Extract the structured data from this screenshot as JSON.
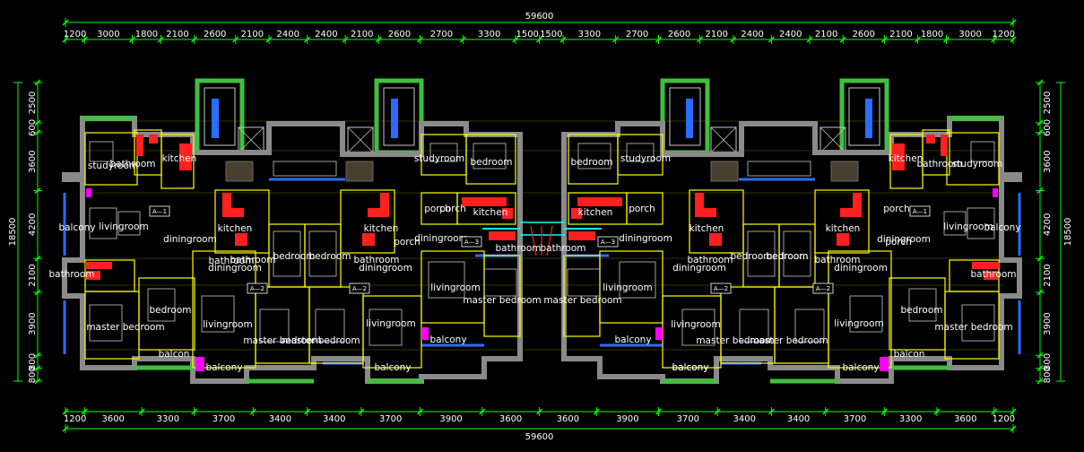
{
  "colors": {
    "background": "#000000",
    "dimension": "#00ff00",
    "wall_gray": "#8a8a8a",
    "wall_green": "#3fbf3f",
    "window_blue": "#2a6cff",
    "furniture": "#c8c8c8",
    "kitchen_red": "#ff2020",
    "magenta": "#ff00ff",
    "yellow": "#ffff00",
    "cyan": "#00ffff",
    "label": "#ffffff"
  },
  "dimensions": {
    "total_top": "59600",
    "total_bottom": "59600",
    "total_left": "18500",
    "total_right": "18500",
    "top_segments": [
      "1200",
      "3000",
      "1800",
      "2100",
      "2600",
      "2100",
      "2400",
      "2400",
      "2100",
      "2600",
      "2700",
      "3300",
      "1500",
      "1500",
      "3300",
      "2700",
      "2600",
      "2100",
      "2400",
      "2400",
      "2100",
      "2600",
      "2100",
      "1800",
      "3000",
      "1200"
    ],
    "bottom_segments": [
      "1200",
      "3600",
      "3300",
      "3700",
      "3400",
      "3400",
      "3700",
      "3900",
      "3600",
      "3600",
      "3900",
      "3700",
      "3400",
      "3400",
      "3700",
      "3300",
      "3600",
      "1200"
    ],
    "left_segments": [
      "2500",
      "600",
      "3600",
      "4200",
      "2100",
      "3900",
      "800",
      "800"
    ],
    "right_segments": [
      "2500",
      "600",
      "3600",
      "4200",
      "2100",
      "3900",
      "800",
      "800"
    ]
  },
  "rooms": [
    "studyroom",
    "bathroom",
    "kitchen",
    "balcony",
    "livingroom",
    "diningroom",
    "bathroom",
    "bathroom",
    "bedroom",
    "master bedroom",
    "balcon",
    "balcony",
    "kitchen",
    "bathroom",
    "bedroom",
    "diningroom",
    "livingroom",
    "master bedroom",
    "kitchen",
    "bathroom",
    "porch",
    "diningroom",
    "bedroom",
    "master bedroom",
    "livingroom",
    "balcony",
    "porch",
    "studyroom",
    "kitchen",
    "bedroom",
    "porch",
    "diningroom",
    "bathroom",
    "livingroom",
    "master bedroom",
    "balcony",
    "bedroom",
    "studyroom",
    "kitchen",
    "porch",
    "diningroom",
    "bathroom",
    "livingroom",
    "master bedroom",
    "balcony",
    "kitchen",
    "bathroom",
    "bedroom",
    "diningroom",
    "livingroom",
    "master bedroom",
    "kitchen",
    "bathroom",
    "porch",
    "diningroom",
    "bedroom",
    "master bedroom",
    "livingroom",
    "balcony",
    "kitchen",
    "bathroom",
    "studyroom",
    "balcony",
    "livingroom",
    "porch",
    "diningroom",
    "bathroom",
    "bedroom",
    "master bedroom",
    "balcon",
    "balcony",
    "balcony",
    "bedroom"
  ],
  "unit_tags": [
    "A—1",
    "A—2",
    "A—2",
    "A—3",
    "A—3",
    "A—2",
    "A—2",
    "A—1"
  ]
}
